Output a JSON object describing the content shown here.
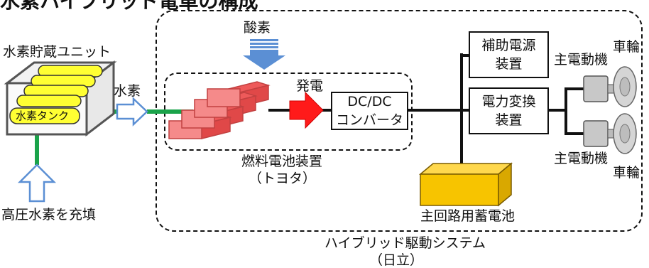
{
  "top_title": "水素ハイブリッド電車の構成",
  "h2_storage_unit": "水素貯蔵ユニット",
  "h2_tank": "水素タンク",
  "hydrogen": "水素",
  "fill_high_pressure": "高圧水素を充填",
  "oxygen": "酸素",
  "power_generation": "発電",
  "fuel_cell_device": "燃料電池装置",
  "fuel_cell_maker": "（トヨタ）",
  "dcdc_line1": "DC/DC",
  "dcdc_line2": "コンバータ",
  "aux_power_line1": "補助電源",
  "aux_power_line2": "装置",
  "power_conv_line1": "電力変換",
  "power_conv_line2": "装置",
  "main_motor_top": "主電動機",
  "wheel_top": "車輪",
  "main_motor_bottom": "主電動機",
  "wheel_bottom": "車輪",
  "main_battery": "主回路用蓄電池",
  "hybrid_system": "ハイブリッド駆動システム",
  "hybrid_maker": "（日立）",
  "colors": {
    "line_green": "#1aa34a",
    "arrow_blue": "#5b8fd4",
    "fc_red": "#ee5a5a",
    "battery_yellow": "#f7c400",
    "tank_yellow": "#ffff33"
  }
}
